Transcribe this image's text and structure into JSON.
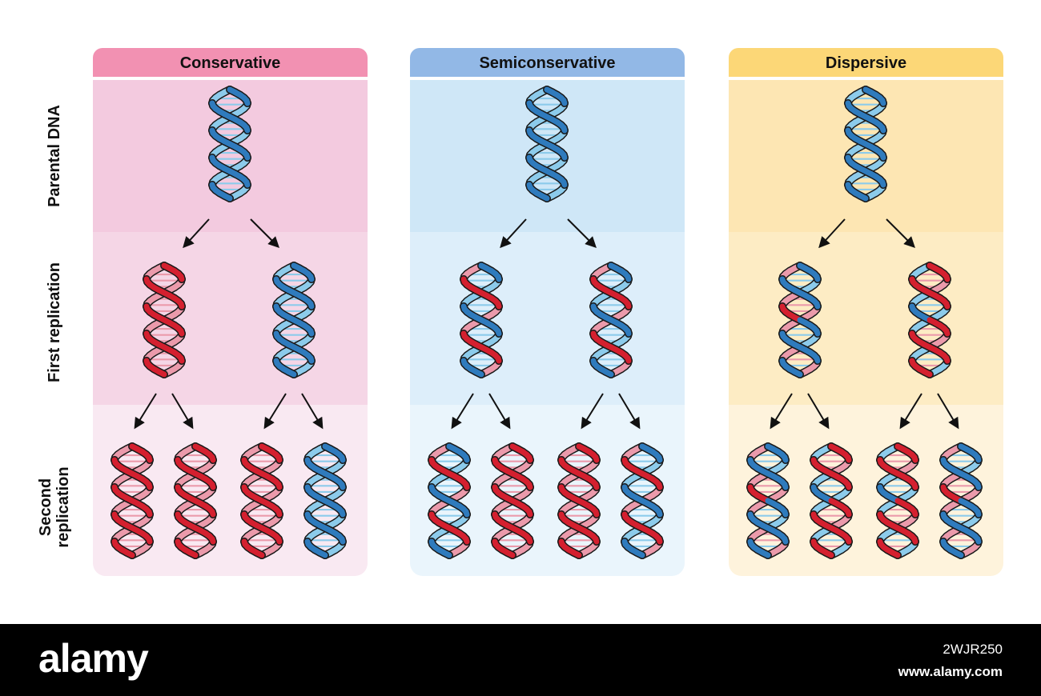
{
  "colors": {
    "blue_dark": "#2f7bbd",
    "blue_light": "#8ccbeb",
    "red_dark": "#d4202f",
    "red_light": "#eb9aab",
    "conservative_header": "#f291b2",
    "conservative_bg": [
      "#f3cadf",
      "#f5d6e6",
      "#f9e9f2"
    ],
    "semiconservative_header": "#92b8e6",
    "semiconservative_bg": [
      "#cfe7f7",
      "#ddeefa",
      "#eaf5fc"
    ],
    "dispersive_header": "#fcd777",
    "dispersive_bg": [
      "#fde6b3",
      "#fdecc4",
      "#fef3dc"
    ]
  },
  "row_labels": [
    "Parental DNA",
    "First replication",
    [
      "Second",
      "replication"
    ]
  ],
  "models": [
    {
      "name": "Conservative",
      "parental": "pure-blue",
      "first": [
        "pure-red",
        "pure-blue"
      ],
      "second": [
        "pure-red",
        "pure-red",
        "pure-red",
        "pure-blue"
      ]
    },
    {
      "name": "Semiconservative",
      "parental": "pure-blue",
      "first": [
        "hybrid",
        "hybrid"
      ],
      "second": [
        "hybrid",
        "pure-red",
        "pure-red",
        "hybrid"
      ]
    },
    {
      "name": "Dispersive",
      "parental": "pure-blue",
      "first": [
        "mixed-a",
        "mixed-b"
      ],
      "second": [
        "mixed-a",
        "mixed-b",
        "mixed-b",
        "mixed-a"
      ]
    }
  ],
  "footer": {
    "logo": "alamy",
    "image_id": "2WJR250",
    "url": "www.alamy.com"
  }
}
